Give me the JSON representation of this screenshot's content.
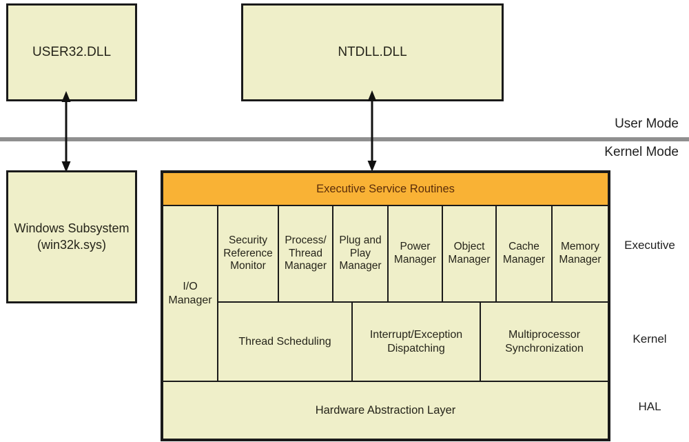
{
  "boxes": {
    "user32": "USER32.DLL",
    "ntdll": "NTDLL.DLL",
    "windows_subsystem": "Windows Subsystem\n(win32k.sys)"
  },
  "mode_labels": {
    "user": "User Mode",
    "kernel": "Kernel Mode"
  },
  "kernel_block": {
    "header": "Executive Service Routines",
    "io_manager": "I/O\nManager",
    "executive_row": [
      "Security\nReference\nMonitor",
      "Process/\nThread\nManager",
      "Plug and\nPlay\nManager",
      "Power\nManager",
      "Object\nManager",
      "Cache\nManager",
      "Memory\nManager"
    ],
    "kernel_row": [
      "Thread Scheduling",
      "Interrupt/Exception\nDispatching",
      "Multiprocessor\nSynchronization"
    ],
    "hal": "Hardware Abstraction Layer"
  },
  "side_labels": {
    "executive": "Executive",
    "kernel": "Kernel",
    "hal": "HAL"
  },
  "colors": {
    "box_fill": "#efefc9",
    "header_fill": "#f9b235",
    "header_text": "#5a2d0a",
    "border": "#1a1a1a",
    "mode_divider": "#8f8f8f",
    "text": "#25241a"
  }
}
